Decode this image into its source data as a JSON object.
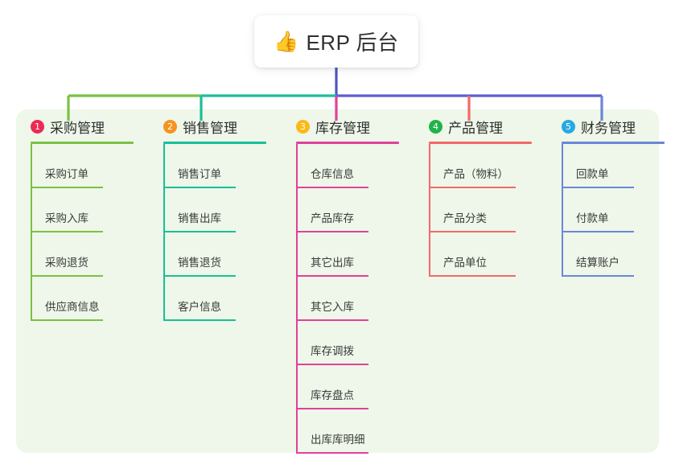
{
  "root": {
    "icon": "thumbs-up-icon",
    "icon_glyph": "👍",
    "title": "ERP 后台"
  },
  "colors": {
    "panel_bg": "#eef7e9",
    "page_bg": "#ffffff",
    "root_connector": "#4f56c0",
    "bus_left": "#7ac143",
    "bus_mid": "#19bf9a",
    "bus_right": "#5b5fd0"
  },
  "columns": [
    {
      "number": "1",
      "title": "采购管理",
      "badge_color": "#ec2a55",
      "line_color": "#7ac143",
      "items": [
        {
          "label": "采购订单"
        },
        {
          "label": "采购入库"
        },
        {
          "label": "采购退货"
        },
        {
          "label": "供应商信息"
        }
      ]
    },
    {
      "number": "2",
      "title": "销售管理",
      "badge_color": "#f7931e",
      "line_color": "#19bf9a",
      "items": [
        {
          "label": "销售订单"
        },
        {
          "label": "销售出库"
        },
        {
          "label": "销售退货"
        },
        {
          "label": "客户信息"
        }
      ]
    },
    {
      "number": "3",
      "title": "库存管理",
      "badge_color": "#fbb917",
      "line_color": "#e0419b",
      "items": [
        {
          "label": "仓库信息"
        },
        {
          "label": "产品库存"
        },
        {
          "label": "其它出库"
        },
        {
          "label": "其它入库"
        },
        {
          "label": "库存调拨"
        },
        {
          "label": "库存盘点"
        },
        {
          "label": "出库库明细"
        }
      ]
    },
    {
      "number": "4",
      "title": "产品管理",
      "badge_color": "#21b34a",
      "line_color": "#f4686b",
      "items": [
        {
          "label": "产品（物料）"
        },
        {
          "label": "产品分类"
        },
        {
          "label": "产品单位"
        }
      ]
    },
    {
      "number": "5",
      "title": "财务管理",
      "badge_color": "#27a9e3",
      "line_color": "#6a87d6",
      "items": [
        {
          "label": "回款单"
        },
        {
          "label": "付款单"
        },
        {
          "label": "结算账户"
        }
      ]
    }
  ]
}
